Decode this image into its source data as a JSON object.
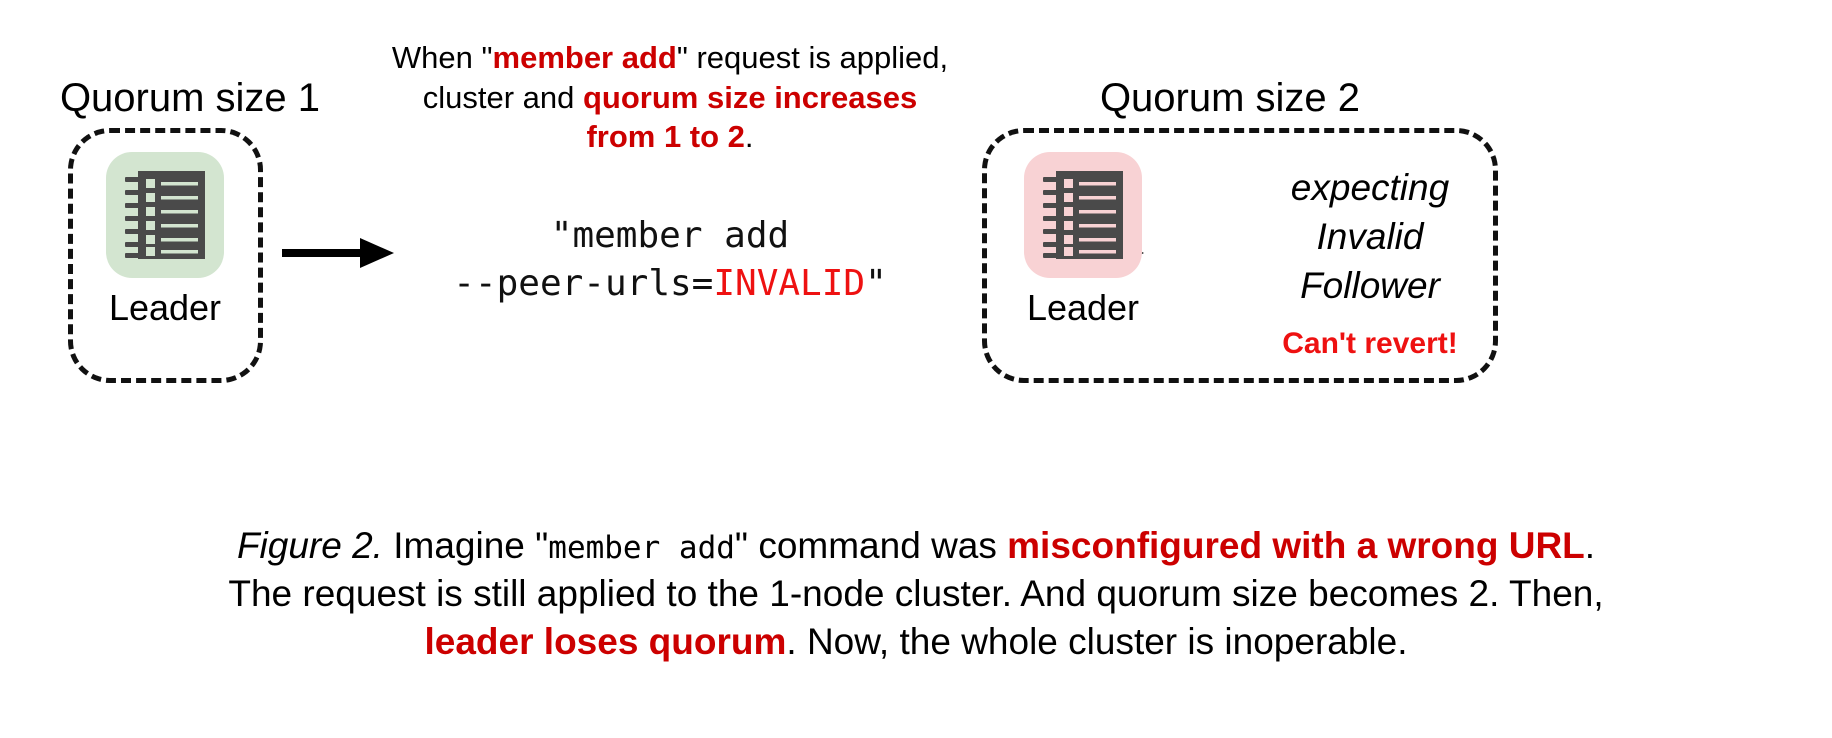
{
  "figure": {
    "background": "#ffffff",
    "accent_red": "#cc0000",
    "bright_red": "#ee1111",
    "node_green": "#d3e5d0",
    "node_pink": "#f8d2d4"
  },
  "left_cluster": {
    "group_label": "Quorum size 1",
    "node": {
      "icon": "server-rack-icon",
      "icon_color": "#d3e5d0",
      "caption": "Leader"
    }
  },
  "right_cluster": {
    "group_label": "Quorum size 2",
    "node": {
      "icon": "server-rack-icon",
      "icon_color": "#f8d2d4",
      "caption": "Leader"
    },
    "status": {
      "line1": "expecting",
      "line2": "Invalid",
      "line3": "Follower",
      "warning": "Can't revert!"
    }
  },
  "annotation": {
    "line1_a": "When \"",
    "line1_b": "member add",
    "line1_c": "\" request is applied,",
    "line2_a": "cluster and ",
    "line2_b": "quorum size increases",
    "line3_a": "from 1 to 2",
    "line3_b": "."
  },
  "command": {
    "line1": "\"member add",
    "line2_a": "--peer-urls=",
    "line2_b": "INVALID",
    "line2_c": "\""
  },
  "arrows": {
    "left_arrow": "arrow-right-icon",
    "right_arrow": "arrow-right-icon"
  },
  "caption": {
    "fig_num": "Figure 2.",
    "l1_a": " Imagine \"",
    "l1_mono": "member add",
    "l1_b": "\" command was ",
    "l1_red": "misconfigured with a wrong URL",
    "l1_c": ".",
    "l2": "The request is still applied to the 1-node cluster. And quorum size becomes 2. Then,",
    "l3_red": "leader loses quorum",
    "l3_b": ". Now, the whole cluster is inoperable."
  }
}
